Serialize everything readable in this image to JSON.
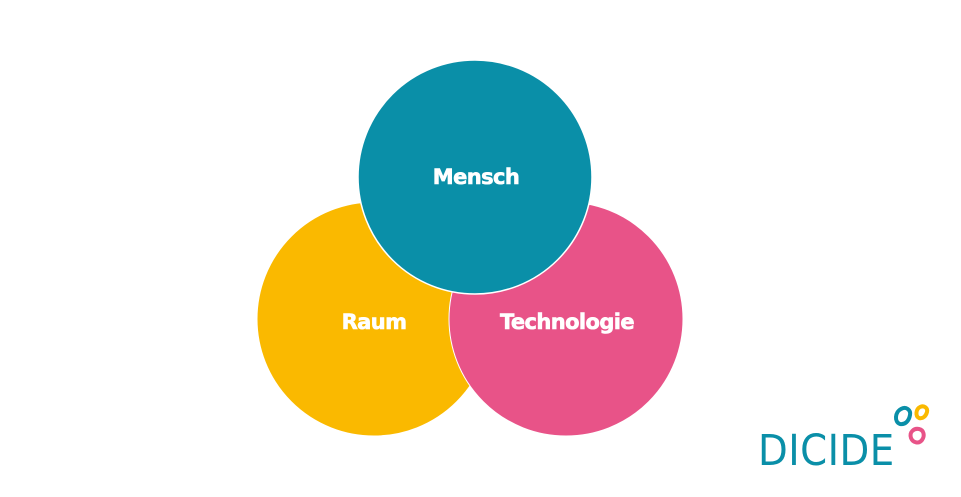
{
  "diagram": {
    "circles": [
      {
        "id": "raum",
        "label": "Raum",
        "color": "#fab900"
      },
      {
        "id": "technologie",
        "label": "Technologie",
        "color": "#e85388"
      },
      {
        "id": "mensch",
        "label": "Mensch",
        "color": "#0a8fa8"
      }
    ]
  },
  "logo": {
    "text": "DICIDE",
    "text_color": "#0a8fa8",
    "mark_colors": [
      "#0a8fa8",
      "#fab900",
      "#e85388"
    ]
  }
}
